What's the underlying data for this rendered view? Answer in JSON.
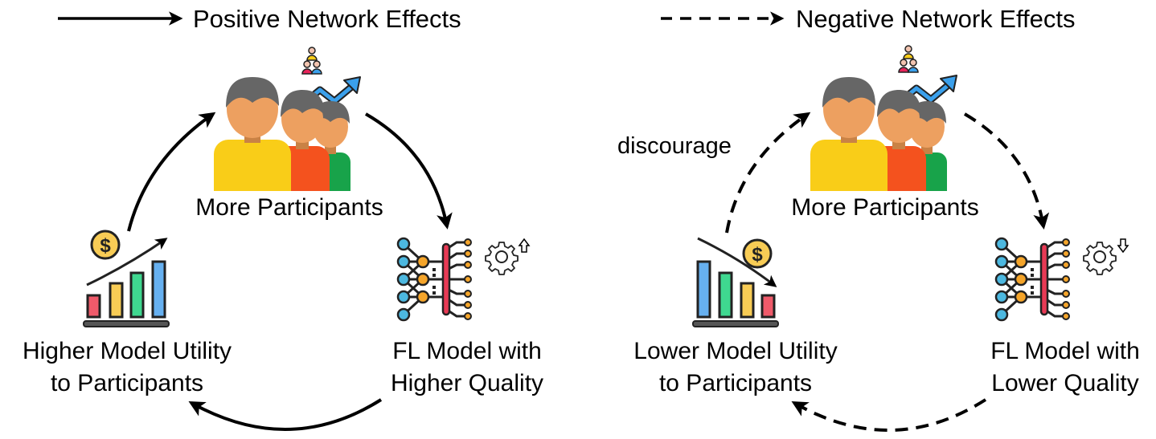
{
  "legend": {
    "positive": {
      "label": "Positive Network Effects",
      "line_style": "solid"
    },
    "negative": {
      "label": "Negative Network Effects",
      "line_style": "dashed"
    }
  },
  "panels": [
    {
      "id": "positive",
      "participants": {
        "label": "More Participants",
        "icons": [
          "group-people-icon",
          "trend-up-icon",
          "people-hierarchy-icon"
        ]
      },
      "model": {
        "line1": "FL Model with",
        "line2": "Higher Quality",
        "quality_arrow": "up",
        "icons": [
          "neural-network-icon",
          "gear-icon",
          "arrow-up-icon"
        ]
      },
      "utility": {
        "line1": "Higher Model Utility",
        "line2": "to Participants",
        "trend": "increasing",
        "icons": [
          "bar-chart-icon",
          "dollar-coin-icon"
        ]
      },
      "annotation": ""
    },
    {
      "id": "negative",
      "participants": {
        "label": "More Participants",
        "icons": [
          "group-people-icon",
          "trend-up-icon",
          "people-hierarchy-icon"
        ]
      },
      "model": {
        "line1": "FL Model with",
        "line2": "Lower Quality",
        "quality_arrow": "down",
        "icons": [
          "neural-network-icon",
          "gear-icon",
          "arrow-down-icon"
        ]
      },
      "utility": {
        "line1": "Lower Model Utility",
        "line2": "to Participants",
        "trend": "decreasing",
        "icons": [
          "bar-chart-icon",
          "dollar-coin-icon"
        ]
      },
      "annotation": "discourage"
    }
  ],
  "colors": {
    "arrow": "#000000",
    "shirt_yellow": "#f9cd18",
    "shirt_orange": "#f4521e",
    "shirt_green": "#18a34a",
    "skin": "#eda060",
    "hair": "#666666",
    "trend_blue": "#3aa0ec",
    "node_blue": "#4cb8e0",
    "node_orange": "#f5a52a",
    "bar_red": "#ef5a6a",
    "bar_yellow": "#f8cc55",
    "bar_green": "#3fd890",
    "bar_blue": "#66b0f0",
    "coin": "#f8cc55",
    "divider_red": "#e83a55"
  }
}
